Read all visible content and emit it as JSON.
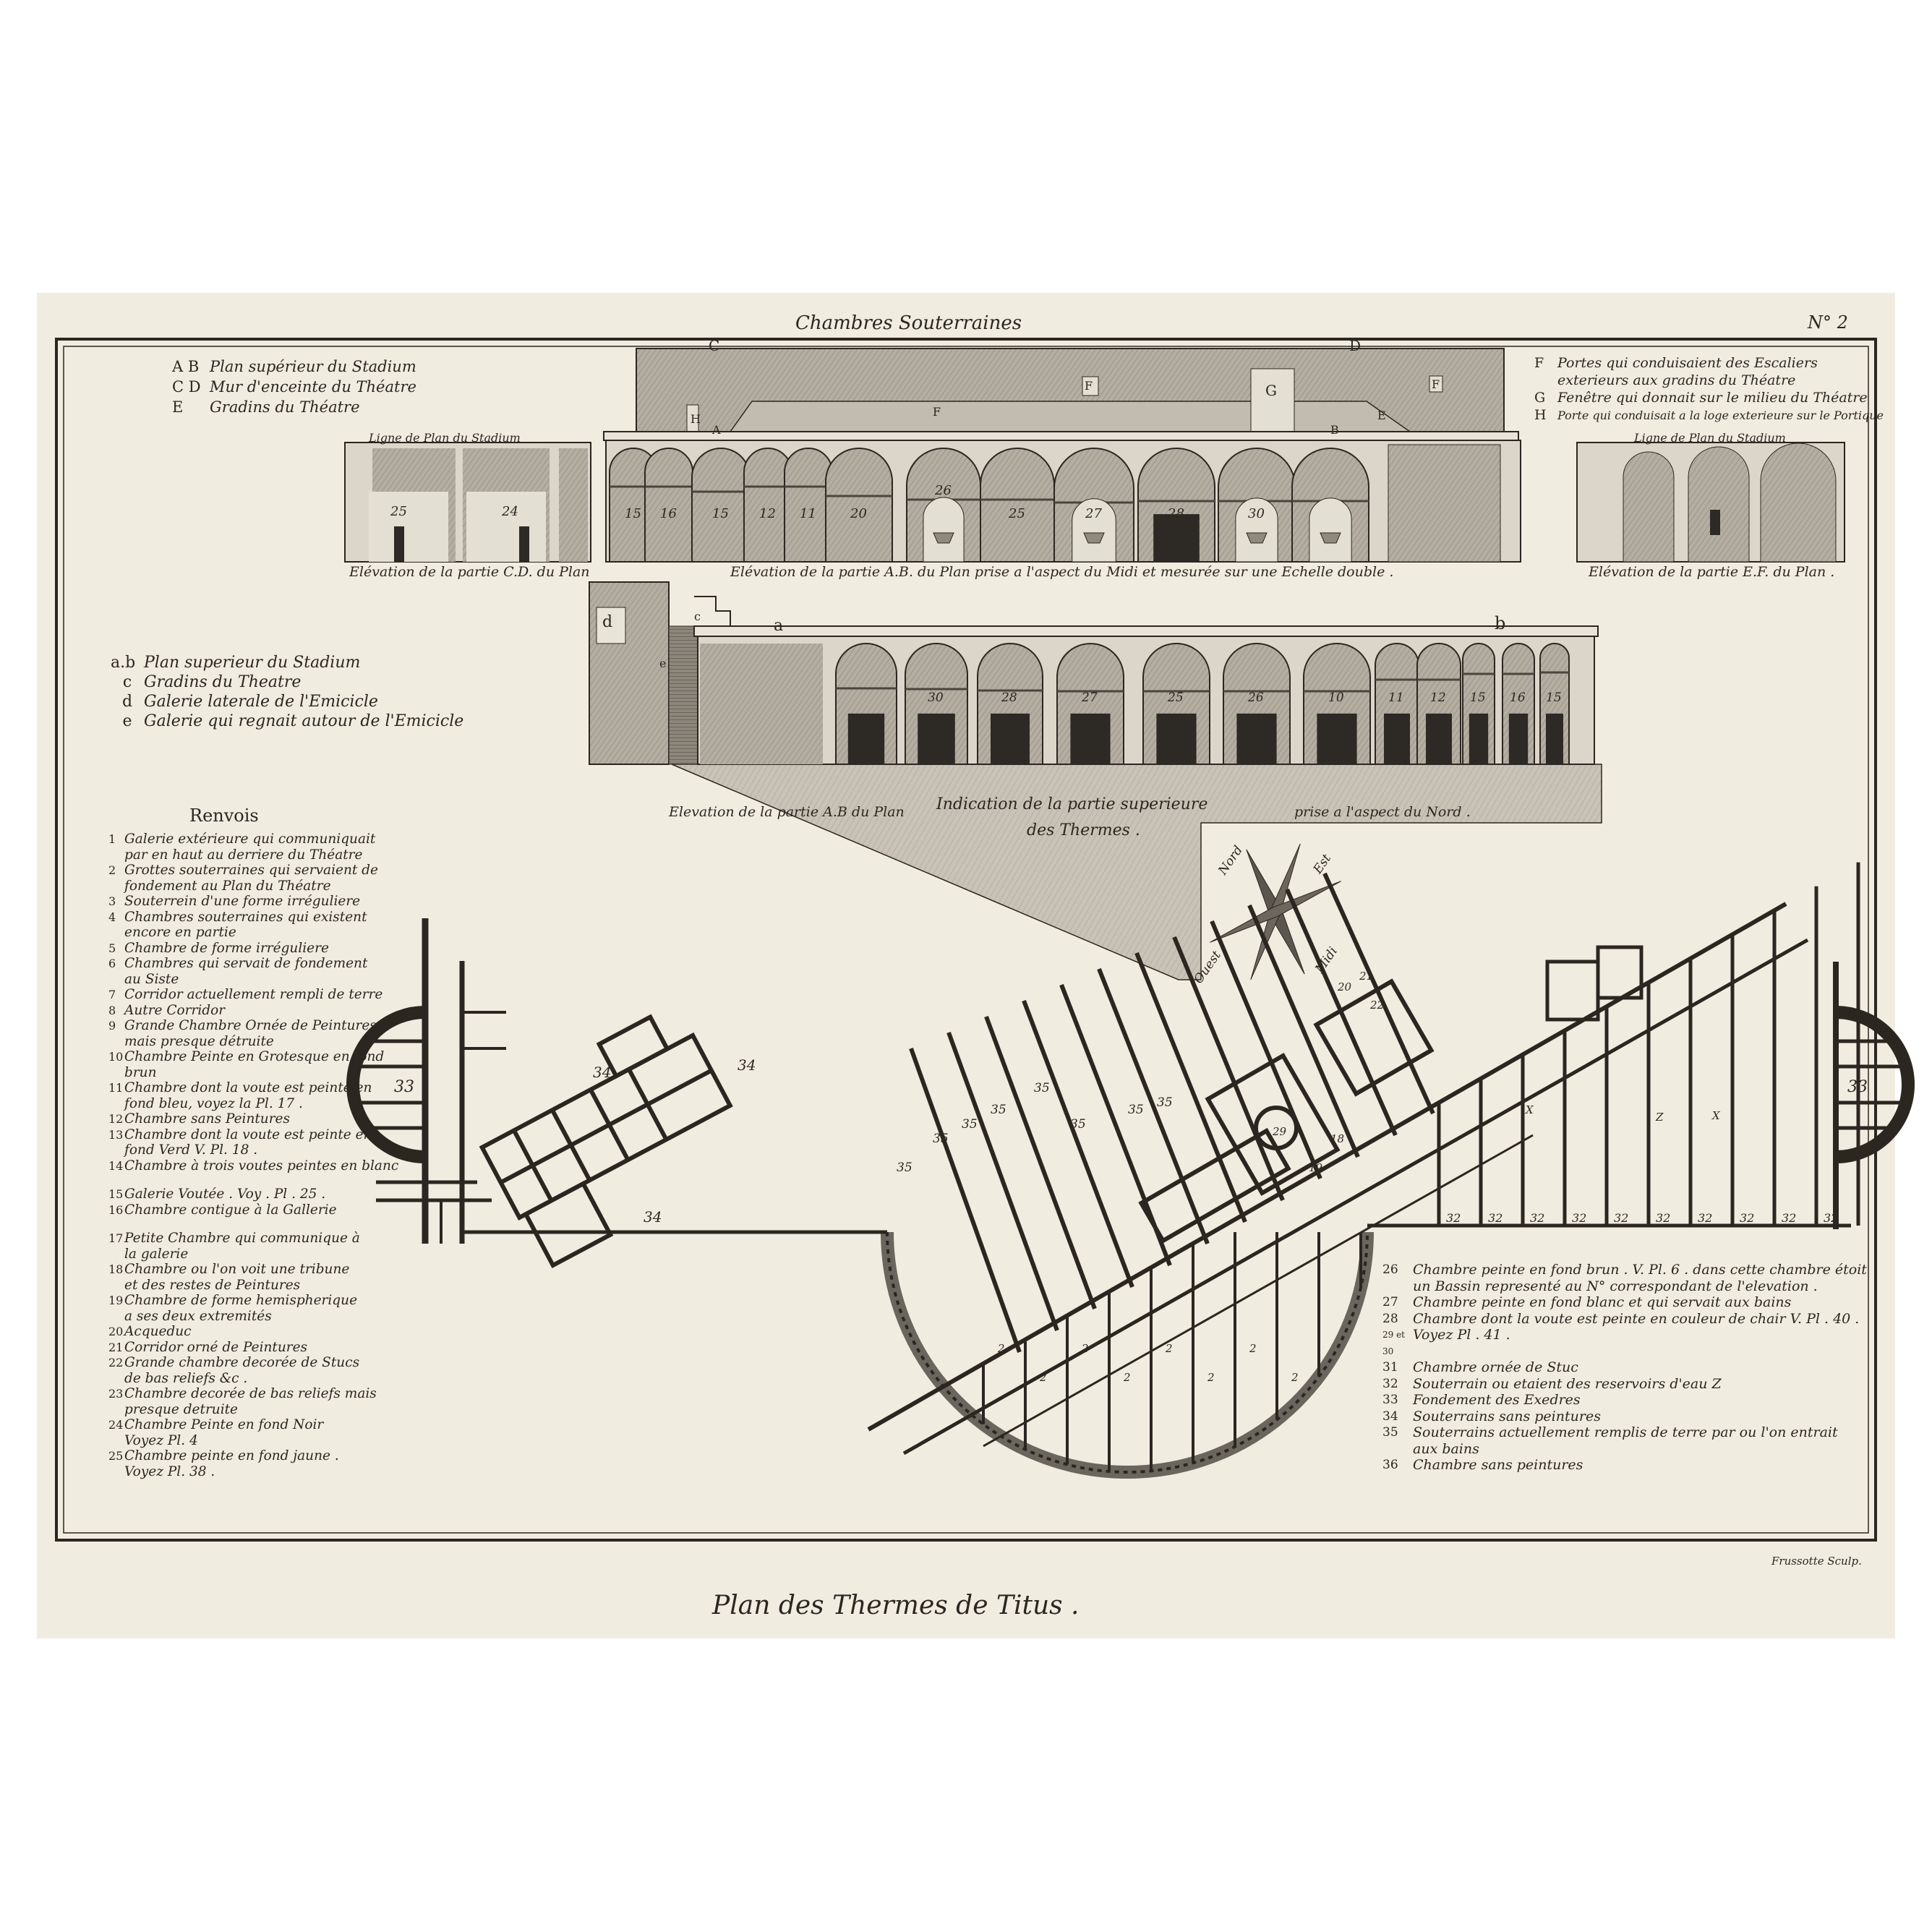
{
  "header": {
    "title": "Chambres Souterraines",
    "plate_number": "N° 2"
  },
  "legend_upper_left": [
    {
      "key": "A B",
      "text": "Plan supérieur du Stadium"
    },
    {
      "key": "C D",
      "text": "Mur d'enceinte du Théatre"
    },
    {
      "key": "E",
      "text": "Gradins du Théatre"
    }
  ],
  "legend_upper_right": [
    {
      "key": "F",
      "lines": [
        "Portes qui conduisaient des Escaliers",
        "exterieurs aux gradins du Théatre"
      ]
    },
    {
      "key": "G",
      "lines": [
        "Fenêtre qui donnait sur le milieu du Théatre"
      ]
    },
    {
      "key": "H",
      "lines": [
        "Porte qui conduisait a la loge exterieure sur le Portique"
      ]
    }
  ],
  "upper_elevation": {
    "letters": [
      "C",
      "D",
      "F",
      "G",
      "F",
      "F",
      "H",
      "A",
      "B",
      "E"
    ],
    "left_label": "Ligne de Plan du Stadium",
    "right_label": "Ligne de Plan du Stadium",
    "left_numbers": [
      "25",
      "24"
    ],
    "arch_numbers": [
      "15",
      "16",
      "15",
      "12",
      "11",
      "20",
      "26",
      "25",
      "27",
      "28",
      "30"
    ],
    "caption_left": "Elévation de la partie C.D. du Plan",
    "caption_main": "Elévation de la partie A.B. du Plan prise a l'aspect du Midi et mesurée sur une Echelle double .",
    "caption_right": "Elévation de la partie E.F. du Plan ."
  },
  "legend_middle_left": [
    {
      "key": "a.b",
      "text": "Plan superieur du Stadium"
    },
    {
      "key": "c",
      "text": "Gradins du Theatre"
    },
    {
      "key": "d",
      "text": "Galerie laterale de l'Emicicle"
    },
    {
      "key": "e",
      "text": "Galerie qui regnait autour de l'Emicicle"
    }
  ],
  "lower_elevation": {
    "letters": [
      "a",
      "b",
      "c",
      "d",
      "e"
    ],
    "arch_numbers": [
      "30",
      "28",
      "27",
      "25",
      "26",
      "10",
      "11",
      "12",
      "15",
      "16",
      "15"
    ],
    "caption_left": "Elevation de la partie A.B du Plan",
    "caption_right": "prise a l'aspect du Nord .",
    "platform_label_1": "Indication de la partie superieure",
    "platform_label_2": "des Thermes ."
  },
  "compass": {
    "north": "Nord",
    "east": "Est",
    "south": "Midi",
    "west": "Ouest"
  },
  "renvois": {
    "title": "Renvois",
    "groups": [
      [
        {
          "num": "1",
          "lines": [
            "Galerie extérieure qui communiquait",
            "par en haut au derriere du Théatre"
          ]
        },
        {
          "num": "2",
          "lines": [
            "Grottes souterraines qui servaient de",
            "fondement au Plan du Théatre"
          ]
        },
        {
          "num": "3",
          "lines": [
            "Souterrein d'une forme irréguliere"
          ]
        },
        {
          "num": "4",
          "lines": [
            "Chambres souterraines qui existent",
            "encore en partie"
          ]
        },
        {
          "num": "5",
          "lines": [
            "Chambre de forme irréguliere"
          ]
        },
        {
          "num": "6",
          "lines": [
            "Chambres qui servait de fondement",
            "au Siste"
          ]
        },
        {
          "num": "7",
          "lines": [
            "Corridor actuellement rempli de terre"
          ]
        },
        {
          "num": "8",
          "lines": [
            "Autre Corridor"
          ]
        },
        {
          "num": "9",
          "lines": [
            "Grande Chambre Ornée de Peintures",
            "mais presque détruite"
          ]
        },
        {
          "num": "10",
          "lines": [
            "Chambre Peinte en Grotesque en fond",
            "brun"
          ]
        },
        {
          "num": "11",
          "lines": [
            "Chambre dont la voute est peinte en",
            "fond bleu, voyez la Pl. 17 ."
          ]
        },
        {
          "num": "12",
          "lines": [
            "Chambre sans Peintures"
          ]
        },
        {
          "num": "13",
          "lines": [
            "Chambre dont la voute est peinte en",
            "fond Verd V. Pl. 18 ."
          ]
        },
        {
          "num": "14",
          "lines": [
            "Chambre à trois voutes peintes en blanc"
          ]
        }
      ],
      [
        {
          "num": "15",
          "lines": [
            "Galerie Voutée . Voy . Pl . 25 ."
          ]
        },
        {
          "num": "16",
          "lines": [
            "Chambre contigue à la Gallerie"
          ]
        }
      ],
      [
        {
          "num": "17",
          "lines": [
            "Petite Chambre qui communique à",
            "la galerie"
          ]
        },
        {
          "num": "18",
          "lines": [
            "Chambre ou l'on voit une tribune",
            "et des restes de Peintures"
          ]
        },
        {
          "num": "19",
          "lines": [
            "Chambre de forme hemispherique",
            "a ses deux extremités"
          ]
        },
        {
          "num": "20",
          "lines": [
            "Acqueduc"
          ]
        },
        {
          "num": "21",
          "lines": [
            "Corridor orné de Peintures"
          ]
        },
        {
          "num": "22",
          "lines": [
            "Grande chambre decorée de Stucs",
            "de bas reliefs &c ."
          ]
        },
        {
          "num": "23",
          "lines": [
            "Chambre decorée de bas reliefs mais",
            "presque detruite"
          ]
        },
        {
          "num": "24",
          "lines": [
            "Chambre Peinte en fond Noir",
            "Voyez Pl. 4"
          ]
        },
        {
          "num": "25",
          "lines": [
            "Chambre peinte en fond jaune .",
            "Voyez Pl. 38 ."
          ]
        }
      ]
    ]
  },
  "renvois_right": [
    {
      "num": "26",
      "lines": [
        "Chambre peinte en fond brun . V. Pl. 6 . dans cette chambre étoit",
        "un Bassin representé au N° correspondant de l'elevation ."
      ]
    },
    {
      "num": "27",
      "lines": [
        "Chambre peinte en fond blanc et qui servait aux bains"
      ]
    },
    {
      "num": "28",
      "lines": [
        "Chambre dont la voute est peinte en couleur de chair V. Pl . 40 ."
      ]
    },
    {
      "num": "29 et 30",
      "lines": [
        "Voyez Pl . 41 ."
      ]
    },
    {
      "num": "31",
      "lines": [
        "Chambre ornée de Stuc"
      ]
    },
    {
      "num": "32",
      "lines": [
        "Souterrain ou etaient des reservoirs d'eau Z"
      ]
    },
    {
      "num": "33",
      "lines": [
        "Fondement des Exedres"
      ]
    },
    {
      "num": "34",
      "lines": [
        "Souterrains sans peintures"
      ]
    },
    {
      "num": "35",
      "lines": [
        "Souterrains actuellement remplis de terre par ou l'on entrait",
        "aux bains"
      ]
    },
    {
      "num": "36",
      "lines": [
        "Chambre sans peintures"
      ]
    }
  ],
  "plan_labels": {
    "exedra_left": "33",
    "exedra_right": "33",
    "left_wing": [
      "34",
      "34",
      "34"
    ],
    "corridors": [
      "35",
      "35",
      "35",
      "35",
      "35",
      "35",
      "35",
      "35"
    ],
    "reservoirs": [
      "32",
      "32",
      "32",
      "32",
      "32",
      "32",
      "32",
      "32",
      "32",
      "32"
    ],
    "grottes": [
      "2",
      "2",
      "2",
      "2",
      "2",
      "2",
      "2",
      "2"
    ],
    "misc": [
      "20",
      "21",
      "22",
      "29",
      "19",
      "18",
      "X",
      "X",
      "Z"
    ]
  },
  "footer": {
    "title": "Plan des Thermes de Titus .",
    "engraver": "Frussotte Sculp."
  },
  "colors": {
    "paper": "#f1ece0",
    "ink": "#2b2620",
    "wash": "#a9a398",
    "dark": "#3a3530"
  }
}
